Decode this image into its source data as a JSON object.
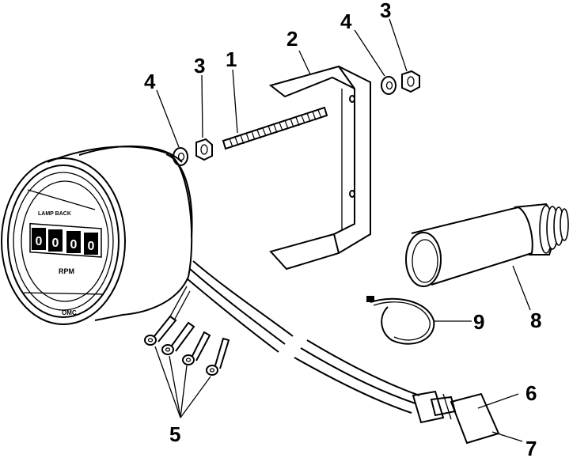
{
  "callouts": {
    "c1": "1",
    "c2": "2",
    "c3a": "3",
    "c3b": "3",
    "c4a": "4",
    "c4b": "4",
    "c5": "5",
    "c6": "6",
    "c7": "7",
    "c8": "8",
    "c9": "9"
  },
  "gauge": {
    "brand_top": "LAMP BACK",
    "digits": [
      "0",
      "0",
      "0",
      "0"
    ],
    "unit": "RPM",
    "brand_bottom": "OMC"
  }
}
